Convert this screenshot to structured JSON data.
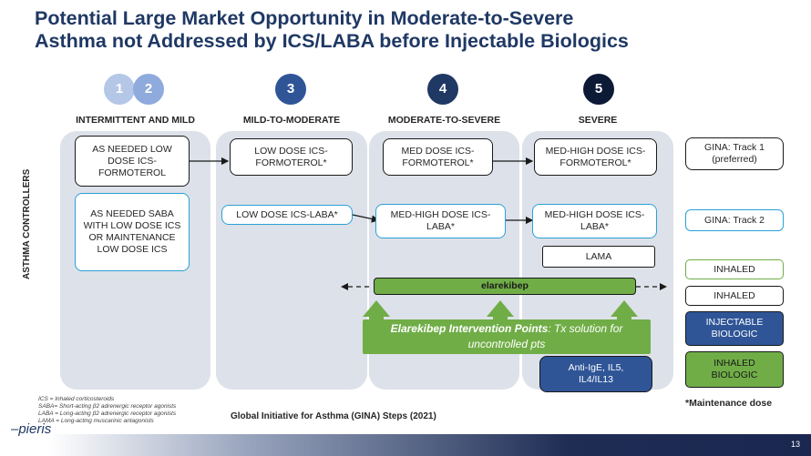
{
  "title": {
    "line1": "Potential Large Market Opportunity in Moderate-to-Severe",
    "line2": "Asthma not Addressed by ICS/LABA before Injectable Biologics"
  },
  "steps": [
    {
      "num": "1",
      "color": "#b4c7e7"
    },
    {
      "num": "2",
      "color": "#8faadc"
    },
    {
      "num": "3",
      "color": "#2f5597"
    },
    {
      "num": "4",
      "color": "#1f3864"
    },
    {
      "num": "5",
      "color": "#0c1a36"
    }
  ],
  "headers": [
    "INTERMITTENT AND MILD",
    "MILD-TO-MODERATE",
    "MODERATE-TO-SEVERE",
    "SEVERE"
  ],
  "side_label": "ASTHMA CONTROLLERS",
  "track1": {
    "col1": "AS NEEDED LOW DOSE ICS-FORMOTEROL",
    "col2": "LOW DOSE ICS-FORMOTEROL*",
    "col3": "MED DOSE ICS-FORMOTEROL*",
    "col4": "MED-HIGH DOSE ICS-FORMOTEROL*"
  },
  "track2": {
    "col1": "AS NEEDED SABA WITH LOW DOSE ICS OR MAINTENANCE LOW DOSE ICS",
    "col2": "LOW DOSE ICS-LABA*",
    "col3": "MED-HIGH DOSE ICS-LABA*",
    "col4": "MED-HIGH DOSE ICS-LABA*"
  },
  "lama": "LAMA",
  "elarekibep_bar": "elarekibep",
  "intervention": {
    "bold": "Elarekibep Intervention Points",
    "rest": ": Tx solution for uncontrolled pts"
  },
  "biologic_box": "Anti-IgE, IL5, IL4/IL13",
  "legend": {
    "track1": "GINA: Track 1 (preferred)",
    "track2": "GINA: Track 2",
    "inhaled_green": "INHALED",
    "inhaled_dark": "INHALED",
    "injectable": "INJECTABLE BIOLOGIC",
    "inhaled_biologic": "INHALED BIOLOGIC"
  },
  "maintenance_note": "*Maintenance dose",
  "footnotes": [
    "ICS = Inhaled corticosteroids",
    "SABA= Short-acting β2 adrenergic receptor agonists",
    "LABA = Long-acting β2 adrenergic receptor agonists",
    "LAMA = Long-acting muscarinic antagonists"
  ],
  "gina_source": "Global Initiative for Asthma (GINA) Steps (2021)",
  "page_number": "13",
  "logo_text": "pieris",
  "colors": {
    "title": "#1f3864",
    "green": "#70ad47",
    "green_dark": "#548235",
    "blue_border": "#2aa1d6",
    "navy": "#2f5597",
    "column_bg": "#dde1e9"
  }
}
